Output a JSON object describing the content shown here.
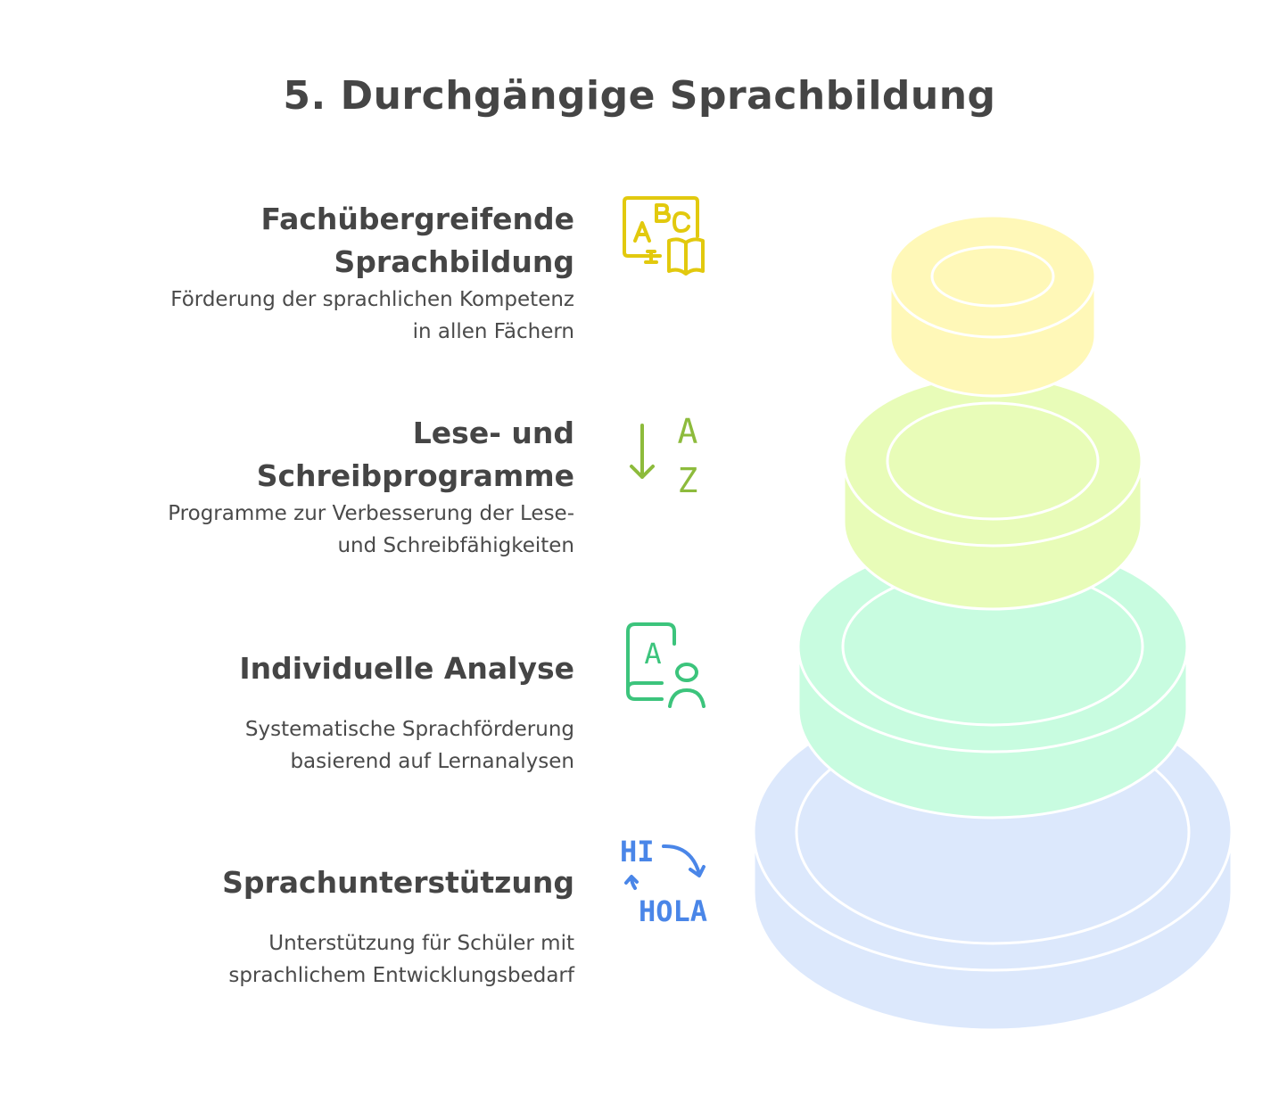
{
  "title": "5. Durchgängige Sprachbildung",
  "items": [
    {
      "heading": "Fachübergreifende Sprachbildung",
      "heading_l1": "Fachübergreifende",
      "heading_l2": "Sprachbildung",
      "desc_l1": "Förderung der sprachlichen Kompetenz",
      "desc_l2": "in allen Fächern",
      "icon": "abc-book-icon",
      "color": "#e2c90e",
      "ring_color": "#fff8b8"
    },
    {
      "heading": "Lese- und Schreibprogramme",
      "heading_l1": "Lese- und",
      "heading_l2": "Schreibprogramme",
      "desc_l1": "Programme zur Verbesserung der Lese-",
      "desc_l2": "und Schreibfähigkeiten",
      "icon": "sort-a-z-icon",
      "color": "#8dbb3c",
      "ring_color": "#e8fcb8",
      "icon_text": [
        "A",
        "Z"
      ]
    },
    {
      "heading": "Individuelle Analyse",
      "desc_l1": "Systematische Sprachförderung",
      "desc_l2": "basierend auf Lernanalysen",
      "icon": "learner-book-icon",
      "color": "#3cc47c",
      "ring_color": "#c8fce0",
      "icon_text": [
        "A"
      ]
    },
    {
      "heading": "Sprachunterstützung",
      "desc_l1": "Unterstützung für Schüler mit",
      "desc_l2": "sprachlichem Entwicklungsbedarf",
      "icon": "translate-icon",
      "color": "#4a86e8",
      "ring_color": "#dce8fc",
      "icon_text": [
        "HI",
        "HOLA"
      ]
    }
  ]
}
